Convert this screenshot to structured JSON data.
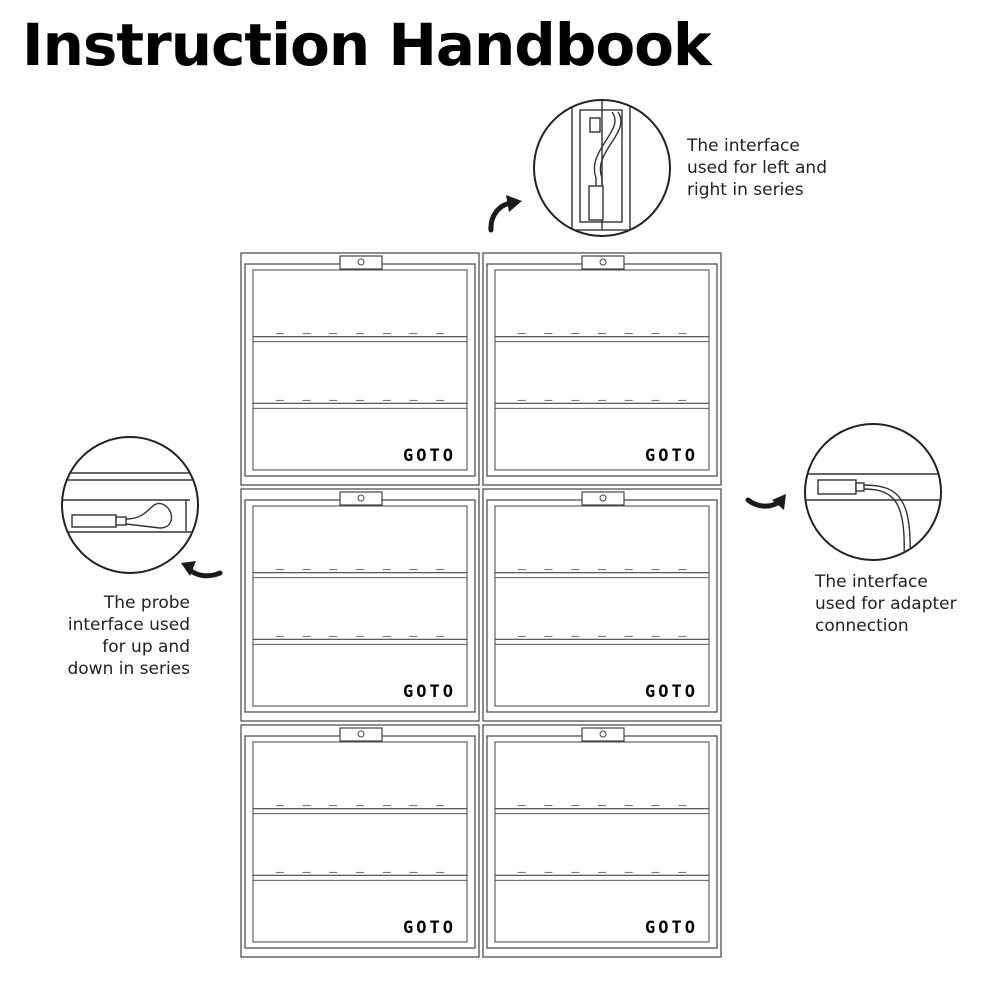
{
  "title": "Instruction Handbook",
  "brand": "GOTO",
  "callouts": {
    "left_right": {
      "lines": [
        "The interface",
        "used for left and",
        "right in series"
      ],
      "icon": "series-connector-detail"
    },
    "probe": {
      "lines": [
        "The probe",
        "interface used",
        "for up and",
        "down in series"
      ],
      "icon": "probe-cable-detail"
    },
    "adapter": {
      "lines": [
        "The interface",
        "used for adapter",
        "connection"
      ],
      "icon": "adapter-cable-detail"
    }
  },
  "grid": {
    "rows": 3,
    "columns": 2,
    "shelves_per_case": 2
  },
  "colors": {
    "line": "#444444",
    "text": "#222222",
    "title": "#000000"
  }
}
